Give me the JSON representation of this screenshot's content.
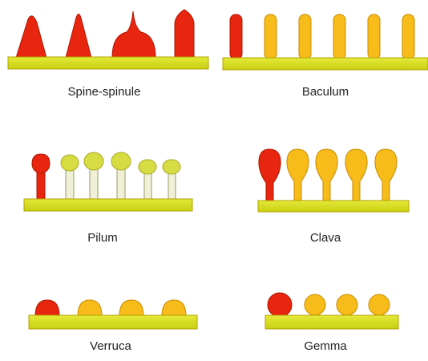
{
  "colors": {
    "base_fill": "#d8df1e",
    "base_stroke": "#b5a100",
    "highlight": "#e8250e",
    "highlight_stroke": "#b01800",
    "element": "#f7bb1a",
    "element_stroke": "#c98b00",
    "pilum_head": "#d7dc43",
    "pilum_stalk": "#f0f0d8",
    "pilum_stalk_stroke": "#9a9a60"
  },
  "panels": [
    {
      "id": "spine-spinule",
      "label": "Spine-spinule"
    },
    {
      "id": "baculum",
      "label": "Baculum"
    },
    {
      "id": "pilum",
      "label": "Pilum"
    },
    {
      "id": "clava",
      "label": "Clava"
    },
    {
      "id": "verruca",
      "label": "Verruca"
    },
    {
      "id": "gemma",
      "label": "Gemma"
    }
  ]
}
